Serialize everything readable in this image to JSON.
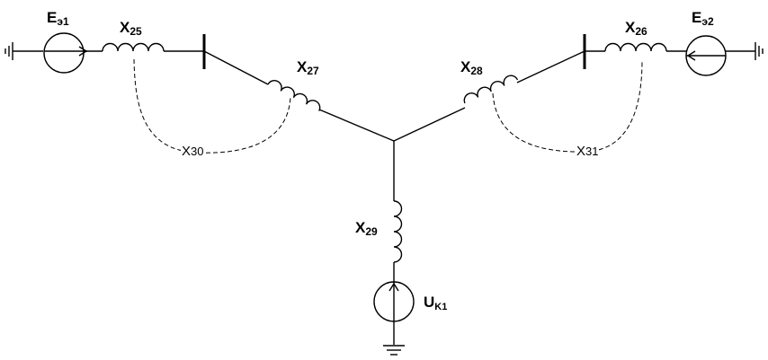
{
  "sources": [
    {
      "id": "e1",
      "main": "E",
      "sub": "э1"
    },
    {
      "id": "e2",
      "main": "E",
      "sub": "э2"
    },
    {
      "id": "uk1",
      "main": "U",
      "sub": "K1"
    }
  ],
  "reactances": [
    {
      "id": "x25",
      "main": "X",
      "sub": "25"
    },
    {
      "id": "x26",
      "main": "X",
      "sub": "26"
    },
    {
      "id": "x27",
      "main": "X",
      "sub": "27"
    },
    {
      "id": "x28",
      "main": "X",
      "sub": "28"
    },
    {
      "id": "x29",
      "main": "X",
      "sub": "29"
    }
  ],
  "mutual": [
    {
      "id": "x30",
      "main": "X",
      "sub": "30"
    },
    {
      "id": "x31",
      "main": "X",
      "sub": "31"
    }
  ],
  "colors": {
    "line": "#000000",
    "background": "#ffffff"
  }
}
